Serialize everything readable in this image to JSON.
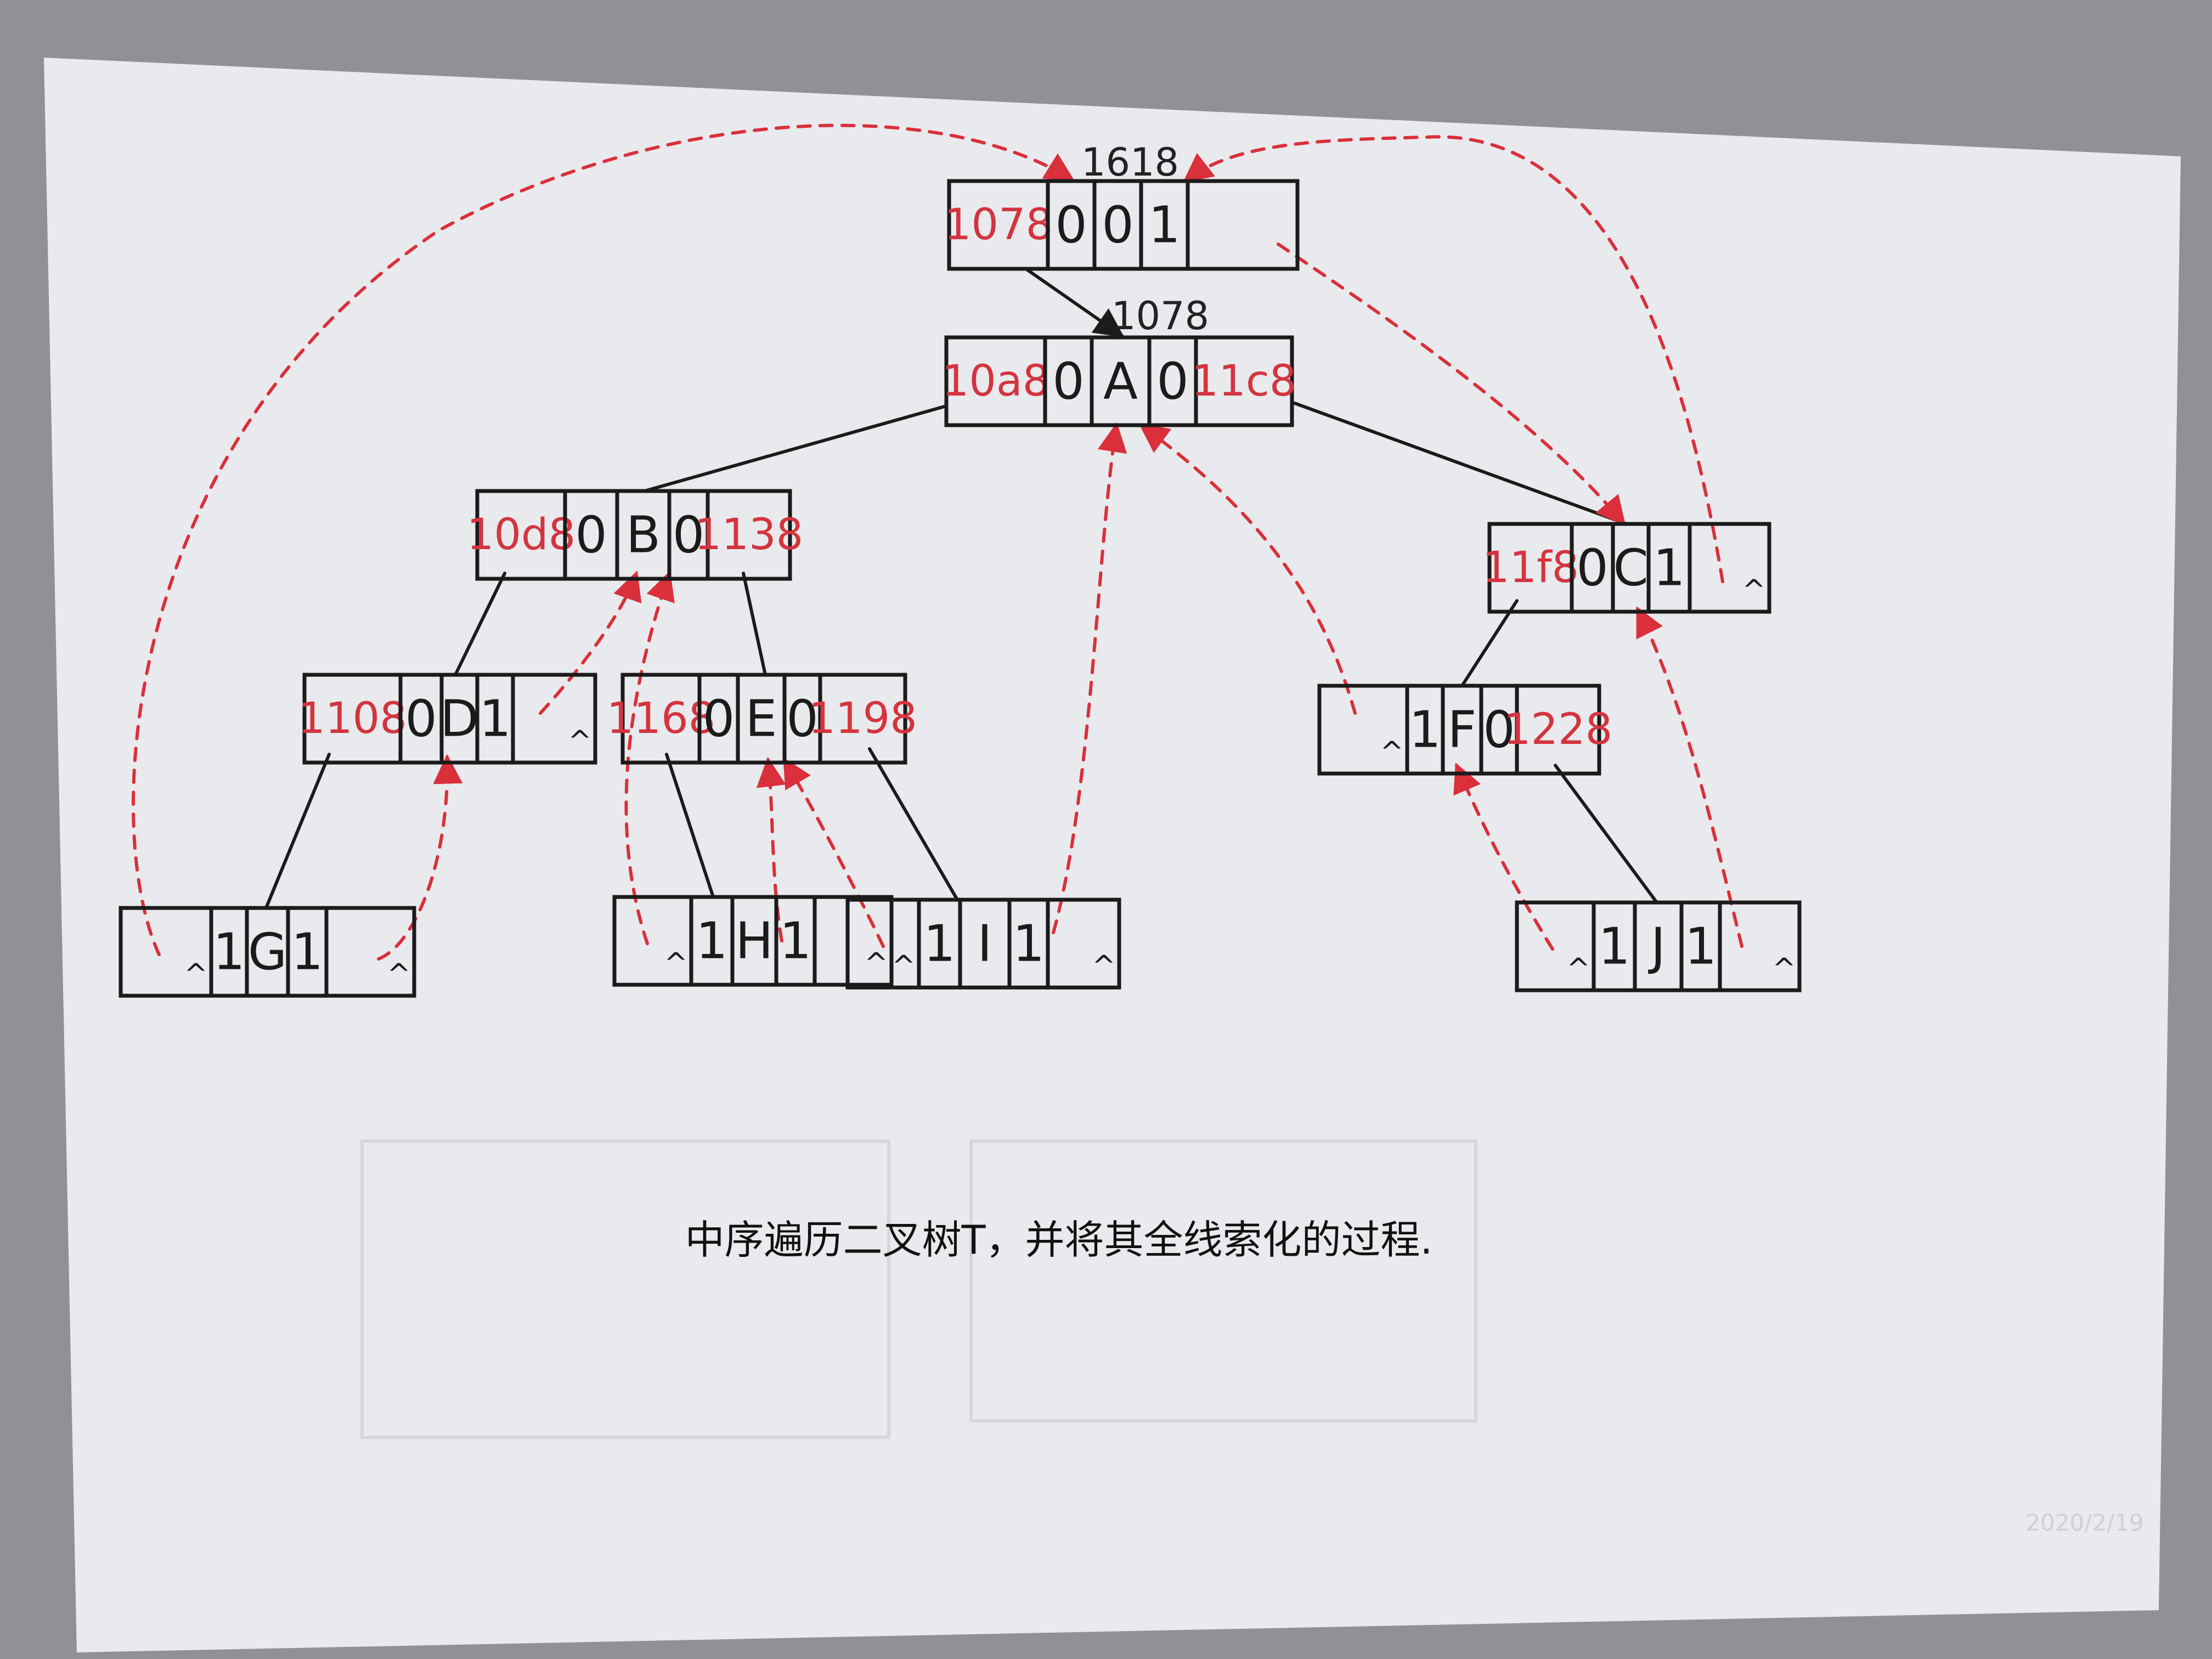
{
  "caption": "中序遍历二叉树T，并将其全线索化的过程.",
  "corner_stamp": "2020/2/19",
  "colors": {
    "paper": "#e9eaed",
    "ink": "#1b1b1b",
    "thread": "#d9303b",
    "addr": "#d4343f"
  },
  "nodes": [
    {
      "id": "head",
      "label": "1618",
      "cells": [
        {
          "text": "1078",
          "red": true
        },
        {
          "text": "0"
        },
        {
          "text": "0"
        },
        {
          "text": "1"
        },
        {
          "text": ""
        }
      ]
    },
    {
      "id": "A",
      "label": "1078",
      "cells": [
        {
          "text": "10a8",
          "red": true
        },
        {
          "text": "0"
        },
        {
          "text": "A"
        },
        {
          "text": "0"
        },
        {
          "text": "11c8",
          "red": true
        }
      ]
    },
    {
      "id": "B",
      "cells": [
        {
          "text": "10d8",
          "red": true
        },
        {
          "text": "0"
        },
        {
          "text": "B"
        },
        {
          "text": "0"
        },
        {
          "text": "1138",
          "red": true
        }
      ]
    },
    {
      "id": "C",
      "cells": [
        {
          "text": "11f8",
          "red": true
        },
        {
          "text": "0"
        },
        {
          "text": "C"
        },
        {
          "text": "1"
        },
        {
          "text": "^"
        }
      ]
    },
    {
      "id": "D",
      "cells": [
        {
          "text": "1108",
          "red": true
        },
        {
          "text": "0"
        },
        {
          "text": "D"
        },
        {
          "text": "1"
        },
        {
          "text": "^"
        }
      ]
    },
    {
      "id": "E",
      "cells": [
        {
          "text": "1168",
          "red": true
        },
        {
          "text": "0"
        },
        {
          "text": "E"
        },
        {
          "text": "0"
        },
        {
          "text": "1198",
          "red": true
        }
      ]
    },
    {
      "id": "F",
      "cells": [
        {
          "text": "^"
        },
        {
          "text": "1"
        },
        {
          "text": "F"
        },
        {
          "text": "0"
        },
        {
          "text": "1228",
          "red": true
        }
      ]
    },
    {
      "id": "G",
      "cells": [
        {
          "text": "^"
        },
        {
          "text": "1"
        },
        {
          "text": "G"
        },
        {
          "text": "1"
        },
        {
          "text": "^"
        }
      ]
    },
    {
      "id": "H",
      "cells": [
        {
          "text": "^"
        },
        {
          "text": "1"
        },
        {
          "text": "H"
        },
        {
          "text": "1"
        },
        {
          "text": "^"
        }
      ]
    },
    {
      "id": "I",
      "cells": [
        {
          "text": "^"
        },
        {
          "text": "1"
        },
        {
          "text": "I"
        },
        {
          "text": "1"
        },
        {
          "text": "^"
        }
      ]
    },
    {
      "id": "J",
      "cells": [
        {
          "text": "^"
        },
        {
          "text": "1"
        },
        {
          "text": "J"
        },
        {
          "text": "1"
        },
        {
          "text": "^"
        }
      ]
    }
  ],
  "child_links": [
    {
      "from": "head",
      "to": "A"
    },
    {
      "from": "A",
      "to": "B"
    },
    {
      "from": "A",
      "to": "C"
    },
    {
      "from": "B",
      "to": "D"
    },
    {
      "from": "B",
      "to": "E"
    },
    {
      "from": "C",
      "to": "F"
    },
    {
      "from": "D",
      "to": "G"
    },
    {
      "from": "E",
      "to": "H"
    },
    {
      "from": "E",
      "to": "I"
    },
    {
      "from": "F",
      "to": "J"
    }
  ],
  "thread_links": [
    {
      "from": "G",
      "to": "head",
      "kind": "pred"
    },
    {
      "from": "G",
      "to": "D",
      "kind": "succ"
    },
    {
      "from": "D",
      "to": "B",
      "kind": "succ"
    },
    {
      "from": "H",
      "to": "B",
      "kind": "pred"
    },
    {
      "from": "H",
      "to": "E",
      "kind": "succ"
    },
    {
      "from": "I",
      "to": "E",
      "kind": "pred"
    },
    {
      "from": "I",
      "to": "A",
      "kind": "succ"
    },
    {
      "from": "F",
      "to": "A",
      "kind": "pred"
    },
    {
      "from": "J",
      "to": "F",
      "kind": "pred"
    },
    {
      "from": "J",
      "to": "C",
      "kind": "succ"
    },
    {
      "from": "C",
      "to": "head",
      "kind": "succ"
    },
    {
      "from": "head",
      "to": "C",
      "kind": "rchild"
    }
  ]
}
